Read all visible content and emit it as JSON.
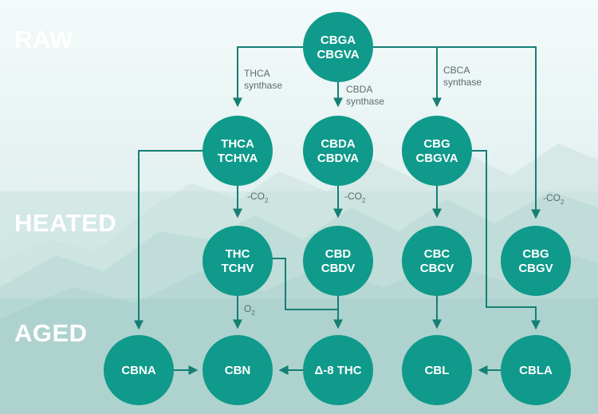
{
  "bands": {
    "raw": "RAW",
    "heated": "HEATED",
    "aged": "AGED"
  },
  "colors": {
    "node": "#0f9a8b",
    "arrow": "#157f74",
    "band_text": "#ffffff",
    "label_text": "#5a6b6e"
  },
  "nodes": [
    {
      "id": "cbga",
      "lines": [
        "CBGA",
        "CBGVA"
      ]
    },
    {
      "id": "thca",
      "lines": [
        "THCA",
        "TCHVA"
      ]
    },
    {
      "id": "cbda",
      "lines": [
        "CBDA",
        "CBDVA"
      ]
    },
    {
      "id": "cbg1",
      "lines": [
        "CBG",
        "CBGVA"
      ]
    },
    {
      "id": "thc",
      "lines": [
        "THC",
        "TCHV"
      ]
    },
    {
      "id": "cbd",
      "lines": [
        "CBD",
        "CBDV"
      ]
    },
    {
      "id": "cbc",
      "lines": [
        "CBC",
        "CBCV"
      ]
    },
    {
      "id": "cbg2",
      "lines": [
        "CBG",
        "CBGV"
      ]
    },
    {
      "id": "cbna",
      "lines": [
        "CBNA"
      ]
    },
    {
      "id": "cbn",
      "lines": [
        "CBN"
      ]
    },
    {
      "id": "d8thc",
      "lines": [
        "Δ-8 THC"
      ]
    },
    {
      "id": "cbl",
      "lines": [
        "CBL"
      ]
    },
    {
      "id": "cbla",
      "lines": [
        "CBLA"
      ]
    }
  ],
  "edge_labels": {
    "thca_synthase": [
      "THCA",
      "synthase"
    ],
    "cbda_synthase": [
      "CBDA",
      "synthase"
    ],
    "cbca_synthase": [
      "CBCA",
      "synthase"
    ],
    "co2": {
      "prefix": "-CO",
      "sub": "2"
    },
    "o2": {
      "prefix": "O",
      "sub": "2"
    }
  }
}
